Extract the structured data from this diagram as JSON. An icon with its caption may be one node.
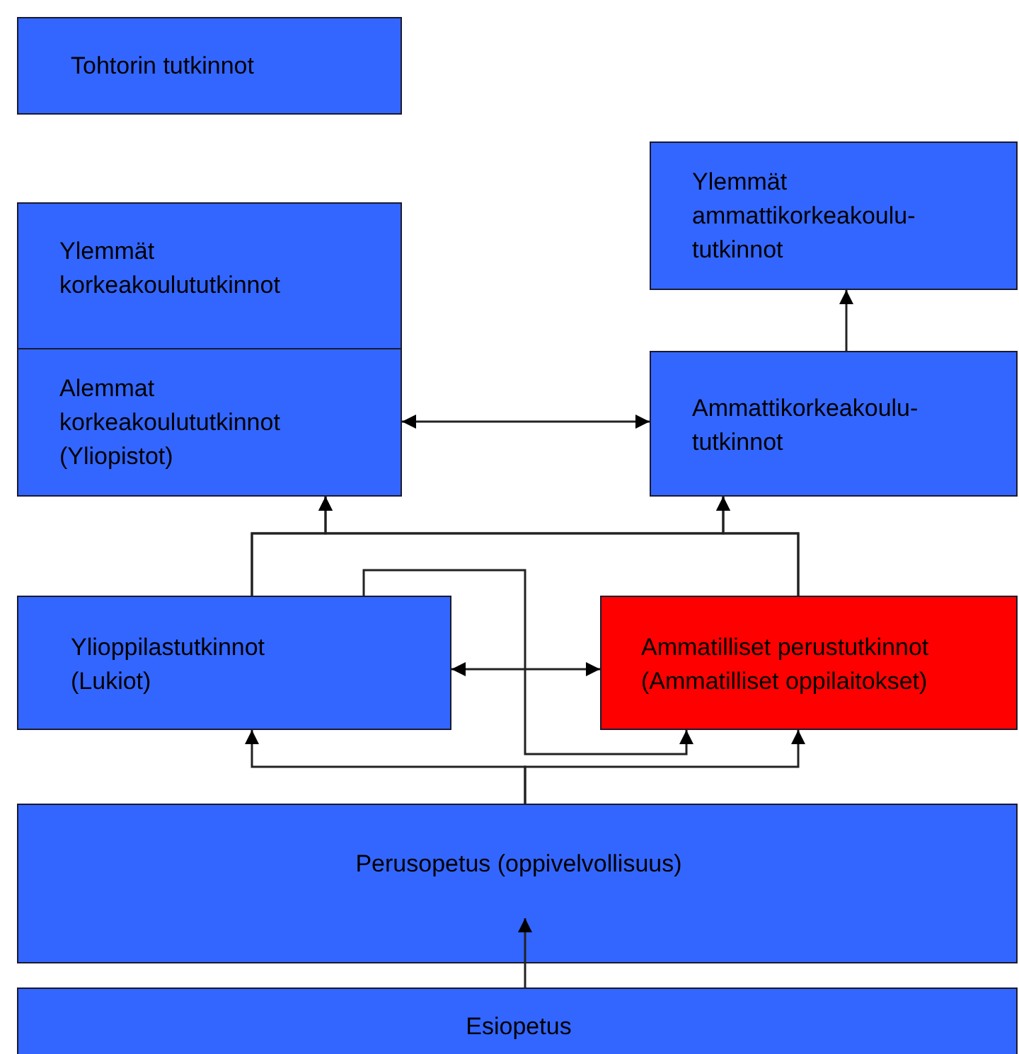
{
  "diagram": {
    "nodes": [
      {
        "text": [
          "Tohtorin tutkinnot"
        ]
      },
      {
        "text": [
          "Ylemmät korkeakoulututkinnot"
        ]
      },
      {
        "text": [
          "Alemmat korkeakoulututkinnot (Yliopistot)"
        ]
      },
      {
        "text": [
          "Ylemmät ammattikorkeakoulu- tutkinnot"
        ]
      },
      {
        "text": [
          "Ammattikorkeakoulu- tutkinnot"
        ]
      },
      {
        "text": [
          "Ylioppilastutkinnot (Lukiot)"
        ]
      },
      {
        "text": [
          "Ammatilliset perustutkinnot (Ammatilliset oppilaitokset)"
        ]
      },
      {
        "text": [
          "Perusopetus (oppivelvollisuus)"
        ]
      },
      {
        "text": [
          "Esiopetus"
        ]
      }
    ],
    "edges": [
      {
        "from": 4,
        "to": 3,
        "arrow": "to"
      },
      {
        "from": 2,
        "to": 4,
        "arrow": "both"
      },
      {
        "from": 5,
        "to": 2,
        "arrow": "to"
      },
      {
        "from": 5,
        "to": 4,
        "arrow": "to"
      },
      {
        "from": 6,
        "to": 2,
        "arrow": "to"
      },
      {
        "from": 6,
        "to": 4,
        "arrow": "to"
      },
      {
        "from": 5,
        "to": 6,
        "arrow": "to"
      },
      {
        "from": 5,
        "to": 6,
        "arrow": "both"
      },
      {
        "from": 7,
        "to": 5,
        "arrow": "to"
      },
      {
        "from": 7,
        "to": 6,
        "arrow": "to"
      },
      {
        "from": 8,
        "to": 7,
        "arrow": "to"
      }
    ]
  }
}
